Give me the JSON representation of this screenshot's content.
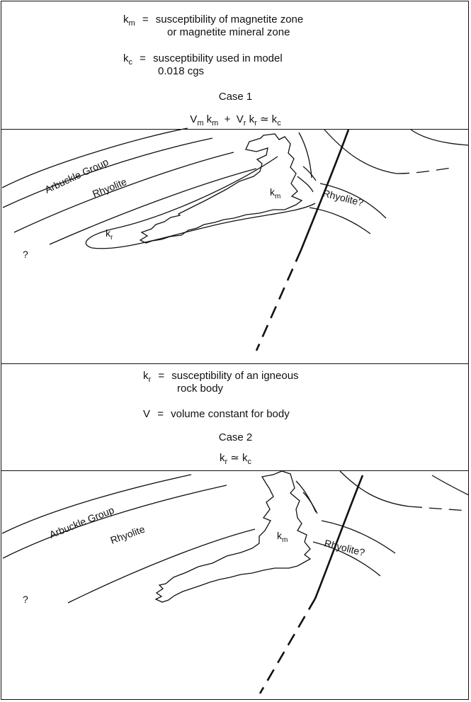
{
  "legend": {
    "km_symbol": "k",
    "km_sub": "m",
    "km_eq": "=",
    "km_line1": "susceptibility of magnetite zone",
    "km_line2": "or magnetite mineral zone",
    "kc_symbol": "k",
    "kc_sub": "c",
    "kc_eq": "=",
    "kc_line1": "susceptibility used in model",
    "kc_line2": "0.018 cgs",
    "case1_title": "Case 1",
    "kr_symbol": "k",
    "kr_sub": "r",
    "kr_eq": "=",
    "kr_line1": "susceptibility of an igneous",
    "kr_line2": "rock body",
    "v_symbol": "V",
    "v_eq": "=",
    "v_line1": "volume constant for body",
    "case2_title": "Case 2"
  },
  "eq1": {
    "t1": "V",
    "s1": "m",
    "t2": " k",
    "s2": "m",
    "t3": "  +  V",
    "s3": "r",
    "t4": " k",
    "s4": "r",
    "t5": " ≃ k",
    "s5": "c"
  },
  "eq2": {
    "t1": "k",
    "s1": "r",
    "t2": " ≃ k",
    "s2": "c"
  },
  "panel1": {
    "arbuckle": "Arbuckle Group",
    "rhyolite": "Rhyolite",
    "rhyolite_q": "Rhyolite?",
    "question": "?",
    "km_k": "k",
    "km_sub": "m",
    "kr_k": "k",
    "kr_sub": "r"
  },
  "panel2": {
    "arbuckle": "Arbuckle Group",
    "rhyolite": "Rhyolite",
    "rhyolite_q": "Rhyolite?",
    "question": "?",
    "km_k": "k",
    "km_sub": "m"
  }
}
